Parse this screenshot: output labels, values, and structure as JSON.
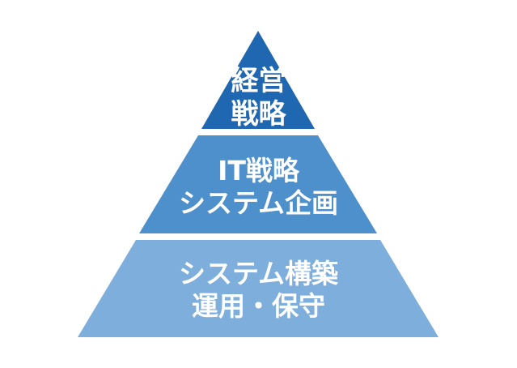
{
  "diagram": {
    "tiers": [
      {
        "lines": [
          "経営",
          "戦略"
        ],
        "color": "#1f67b1"
      },
      {
        "lines": [
          "IT戦略",
          "システム企画"
        ],
        "color": "#4e90cb"
      },
      {
        "lines": [
          "システム構築",
          "運用・保守"
        ],
        "color": "#7eaedb"
      }
    ]
  }
}
